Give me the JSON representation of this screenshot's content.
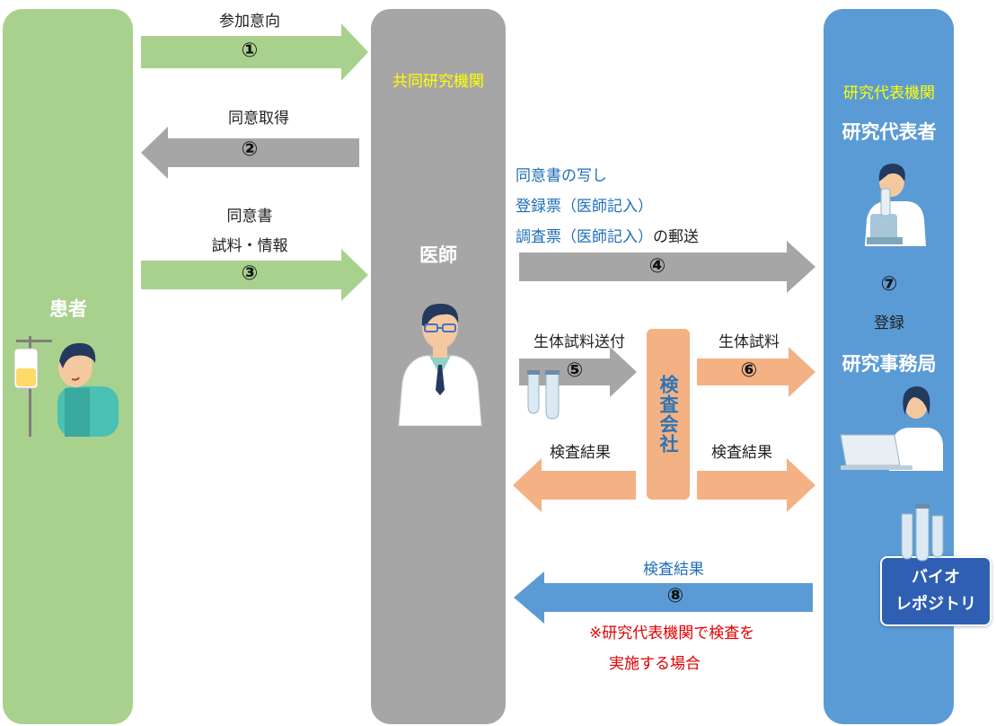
{
  "columns": {
    "patient": {
      "label": "患者"
    },
    "doctor": {
      "institution": "共同研究機関",
      "label": "医師"
    },
    "representative": {
      "institution": "研究代表機関",
      "leader": "研究代表者",
      "step7": "⑦",
      "registration": "登録",
      "office": "研究事務局"
    }
  },
  "lab": {
    "label": "検査会社"
  },
  "biorepository": {
    "line1": "バイオ",
    "line2": "レポジトリ"
  },
  "flows": {
    "f1": {
      "label": "参加意向",
      "num": "①"
    },
    "f2": {
      "label": "同意取得",
      "num": "②"
    },
    "f3": {
      "label1": "同意書",
      "label2": "試料・情報",
      "num": "③"
    },
    "f4": {
      "line1": "同意書の写し",
      "line2": "登録票（医師記入）",
      "line3a": "調査票（医師記入）",
      "line3b": "の郵送",
      "num": "④"
    },
    "f5": {
      "label": "生体試料送付",
      "num": "⑤"
    },
    "f6": {
      "label": "生体試料",
      "num": "⑥"
    },
    "result_left": {
      "label": "検査結果"
    },
    "result_right": {
      "label": "検査結果"
    },
    "f8": {
      "label": "検査結果",
      "num": "⑧"
    }
  },
  "note": {
    "line1": "※研究代表機関で検査を",
    "line2": "実施する場合"
  },
  "colors": {
    "patient": "#a9d18e",
    "doctor": "#a6a6a6",
    "representative": "#5b9bd5",
    "lab": "#f4b183",
    "institution_text": "#ffff00",
    "blue_text": "#1f6fb7",
    "note_text": "#e00000"
  }
}
